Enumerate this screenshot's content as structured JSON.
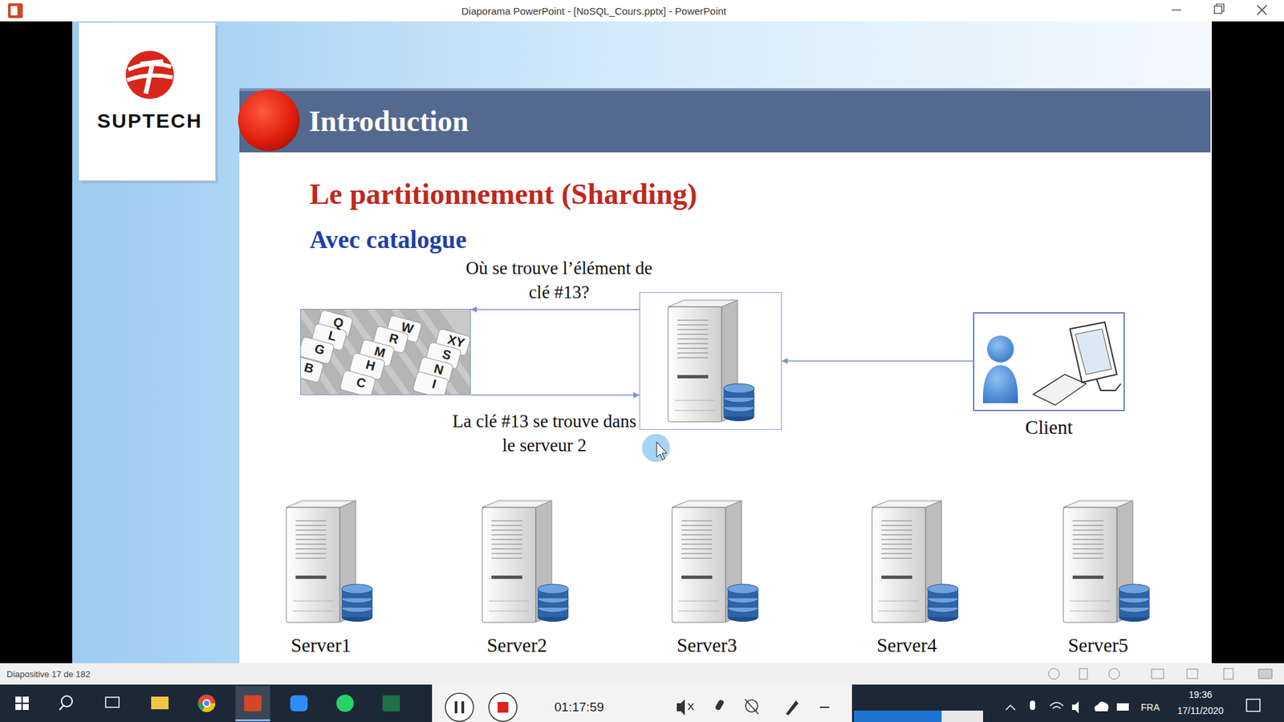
{
  "diagram": {
    "title": "Le partitionnement (Sharding)",
    "nodes": [
      {
        "text": [
          "Q",
          "W",
          "L",
          "R",
          "XY",
          "G",
          "M",
          "S",
          "B",
          "H",
          "N",
          "C",
          "I"
        ]
      },
      {
        "text": []
      },
      {
        "text": [
          "Client"
        ]
      },
      {
        "text": [
          "Server1"
        ]
      },
      {
        "text": [
          "Server2"
        ]
      },
      {
        "text": [
          "Server3"
        ]
      },
      {
        "text": [
          "Server4"
        ]
      },
      {
        "text": [
          "Server5"
        ]
      }
    ],
    "edges": [
      {
        "from": 2,
        "to": 1,
        "arrow": "to"
      },
      {
        "from": 1,
        "to": 0,
        "arrow": "to",
        "label": "Où se trouve l’élément de clé #13?"
      },
      {
        "from": 0,
        "to": 1,
        "arrow": "to",
        "label": "La clé #13 se trouve dans le serveur 2"
      }
    ],
    "labels": [
      "Diaporama PowerPoint - [NoSQL_Cours.pptx] - PowerPoint",
      "SUPTECH",
      "Introduction",
      "Avec catalogue",
      "Diapositive 17 de 182",
      "01:17:59",
      "FRA",
      "19:36",
      "17/11/2020"
    ]
  }
}
